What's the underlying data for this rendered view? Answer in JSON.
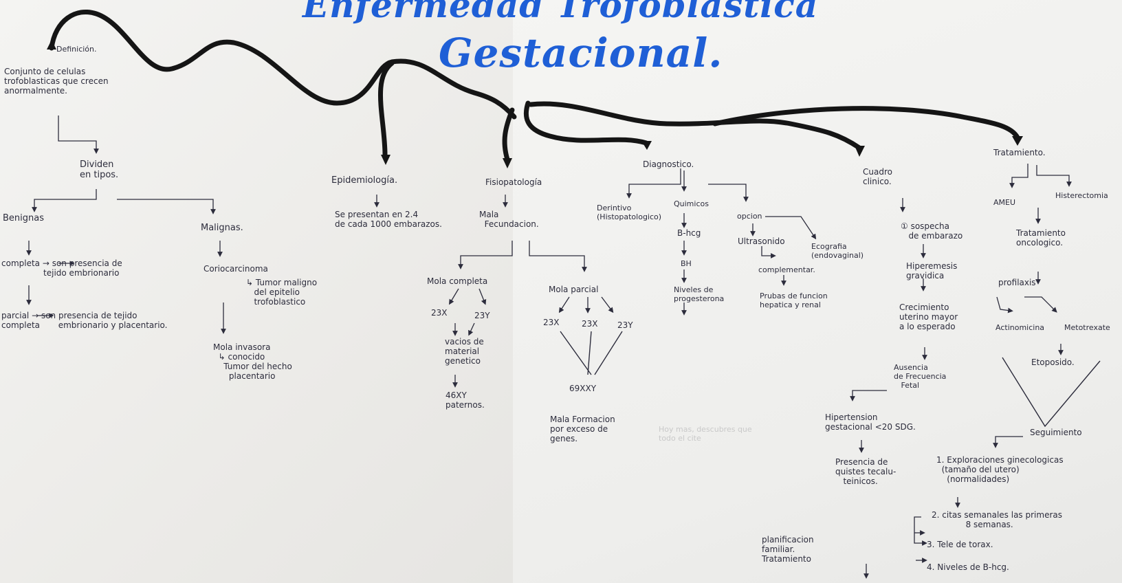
{
  "title": {
    "line1": "Enfermedad Trofoblástica",
    "line2": "Gestacional."
  },
  "ghost_text": "Hoy mas, descubres que\ntodo el cite",
  "colors": {
    "title": "#1f5fd6",
    "ink": "#2c2c3c",
    "paper": "#f1f1ef"
  },
  "definicion": {
    "label": "Definición.",
    "text": "Conjunto de celulas\ntrofoblasticas que crecen\nanormalmente.",
    "dividen": "Dividen\nen tipos.",
    "benignas": "Benignas",
    "benignas_completa": "completa → son presencia de\n                tejido embrionario",
    "benignas_parcial": "parcial → son presencia de tejido\ncompleta       embrionario y placentario.",
    "malignas": "Malignas.",
    "coriocarcinoma": "Coriocarcinoma",
    "tumor_maligno": "↳ Tumor maligno\n   del epitelio\n   trofoblastico",
    "mola_invasora": "Mola invasora\n  ↳ conocido\n    Tumor del hecho\n      placentario"
  },
  "epidemiologia": {
    "label": "Epidemiología.",
    "text": "Se presentan en 2.4\nde cada 1000 embarazos."
  },
  "fisiopatologia": {
    "label": "Fisiopatología",
    "mala": "Mala\n  Fecundacion.",
    "mola_completa": "Mola completa",
    "mc_23x": "23X",
    "mc_23y": "23Y",
    "vacios": "vacios de\nmaterial\ngenetico",
    "cariotipo_46": "46XY\npaternos.",
    "mola_parcial": "Mola parcial",
    "mp_23x_a": "23X",
    "mp_23x_b": "23X",
    "mp_23y": "23Y",
    "cariotipo_69": "69XXY",
    "mala_formacion": "Mala Formacion\npor exceso de\ngenes."
  },
  "diagnostico": {
    "label": "Diagnostico.",
    "definitivo": "Derintivo\n(Histopatologico)",
    "quimicos": "Quimicos",
    "bhcg": "B-hcg",
    "bh": "BH",
    "niveles": "Niveles de\nprogesterona",
    "opcion": "opcion",
    "ultrasonido": "Ultrasonido",
    "complementar": "complementar.",
    "pruebas": "Prubas de funcion\nhepatica y renal",
    "ecografia": "Ecografia\n(endovaginal)"
  },
  "cuadro": {
    "label": "Cuadro\nclinico.",
    "sospecha": "① sospecha\n   de embarazo",
    "hiperemesis": "Hiperemesis\ngravidica",
    "crecimiento": "Crecimiento\nuterino mayor\na lo esperado",
    "ausencia": "Ausencia\nde Frecuencia\n   Fetal",
    "hipertension": "Hipertension\ngestacional <20 SDG.",
    "quistes": "Presencia de\nquistes tecalu-\n   teinicos."
  },
  "tratamiento": {
    "label": "Tratamiento.",
    "ameu": "AMEU",
    "histerectomia": "Histerectomia",
    "oncologico": "Tratamiento\noncologico.",
    "profilaxis": "profilaxis",
    "actinomicina": "Actinomicina",
    "metotrexate": "Metotrexate",
    "etoposido": "Etoposido.",
    "seguimiento": "Seguimiento",
    "s1": "1. Exploraciones ginecologicas\n  (tamaño del utero)\n    (normalidades)",
    "s2": "2. citas semanales las primeras\n             8 semanas.",
    "s3": "3. Tele de torax.",
    "s4": "4. Niveles de B-hcg.",
    "planificacion": "planificacion\nfamiliar.\nTratamiento"
  }
}
